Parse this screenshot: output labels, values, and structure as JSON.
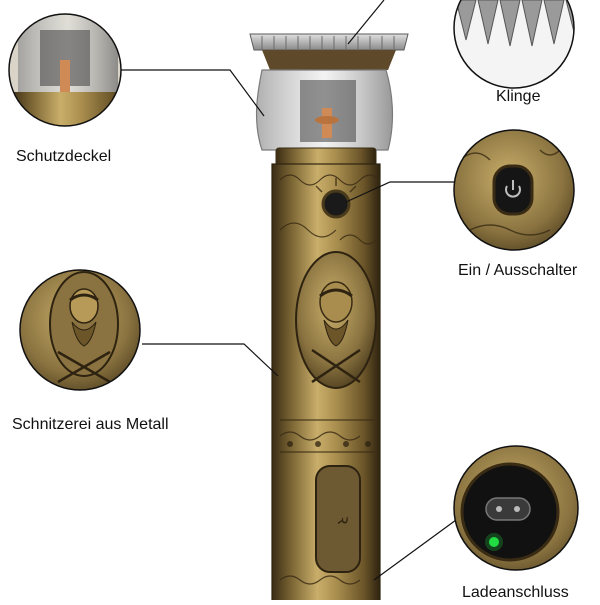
{
  "callouts": {
    "guard_label": "Schutzdeckel",
    "blade_label": "Klinge",
    "switch_label": "Ein / Ausschalter",
    "carving_label": "Schnitzerei aus Metall",
    "charging_label": "Ladeanschluss"
  },
  "colors": {
    "background": "#ffffff",
    "bronze_dark": "#4a3a1c",
    "bronze_mid": "#8a7340",
    "bronze_light": "#c9ae6a",
    "blade_silver": "#b8b8b8",
    "led_green": "#22dd44"
  },
  "icons": {
    "power_button": "power-icon",
    "charging_port": "charging-port-icon"
  }
}
